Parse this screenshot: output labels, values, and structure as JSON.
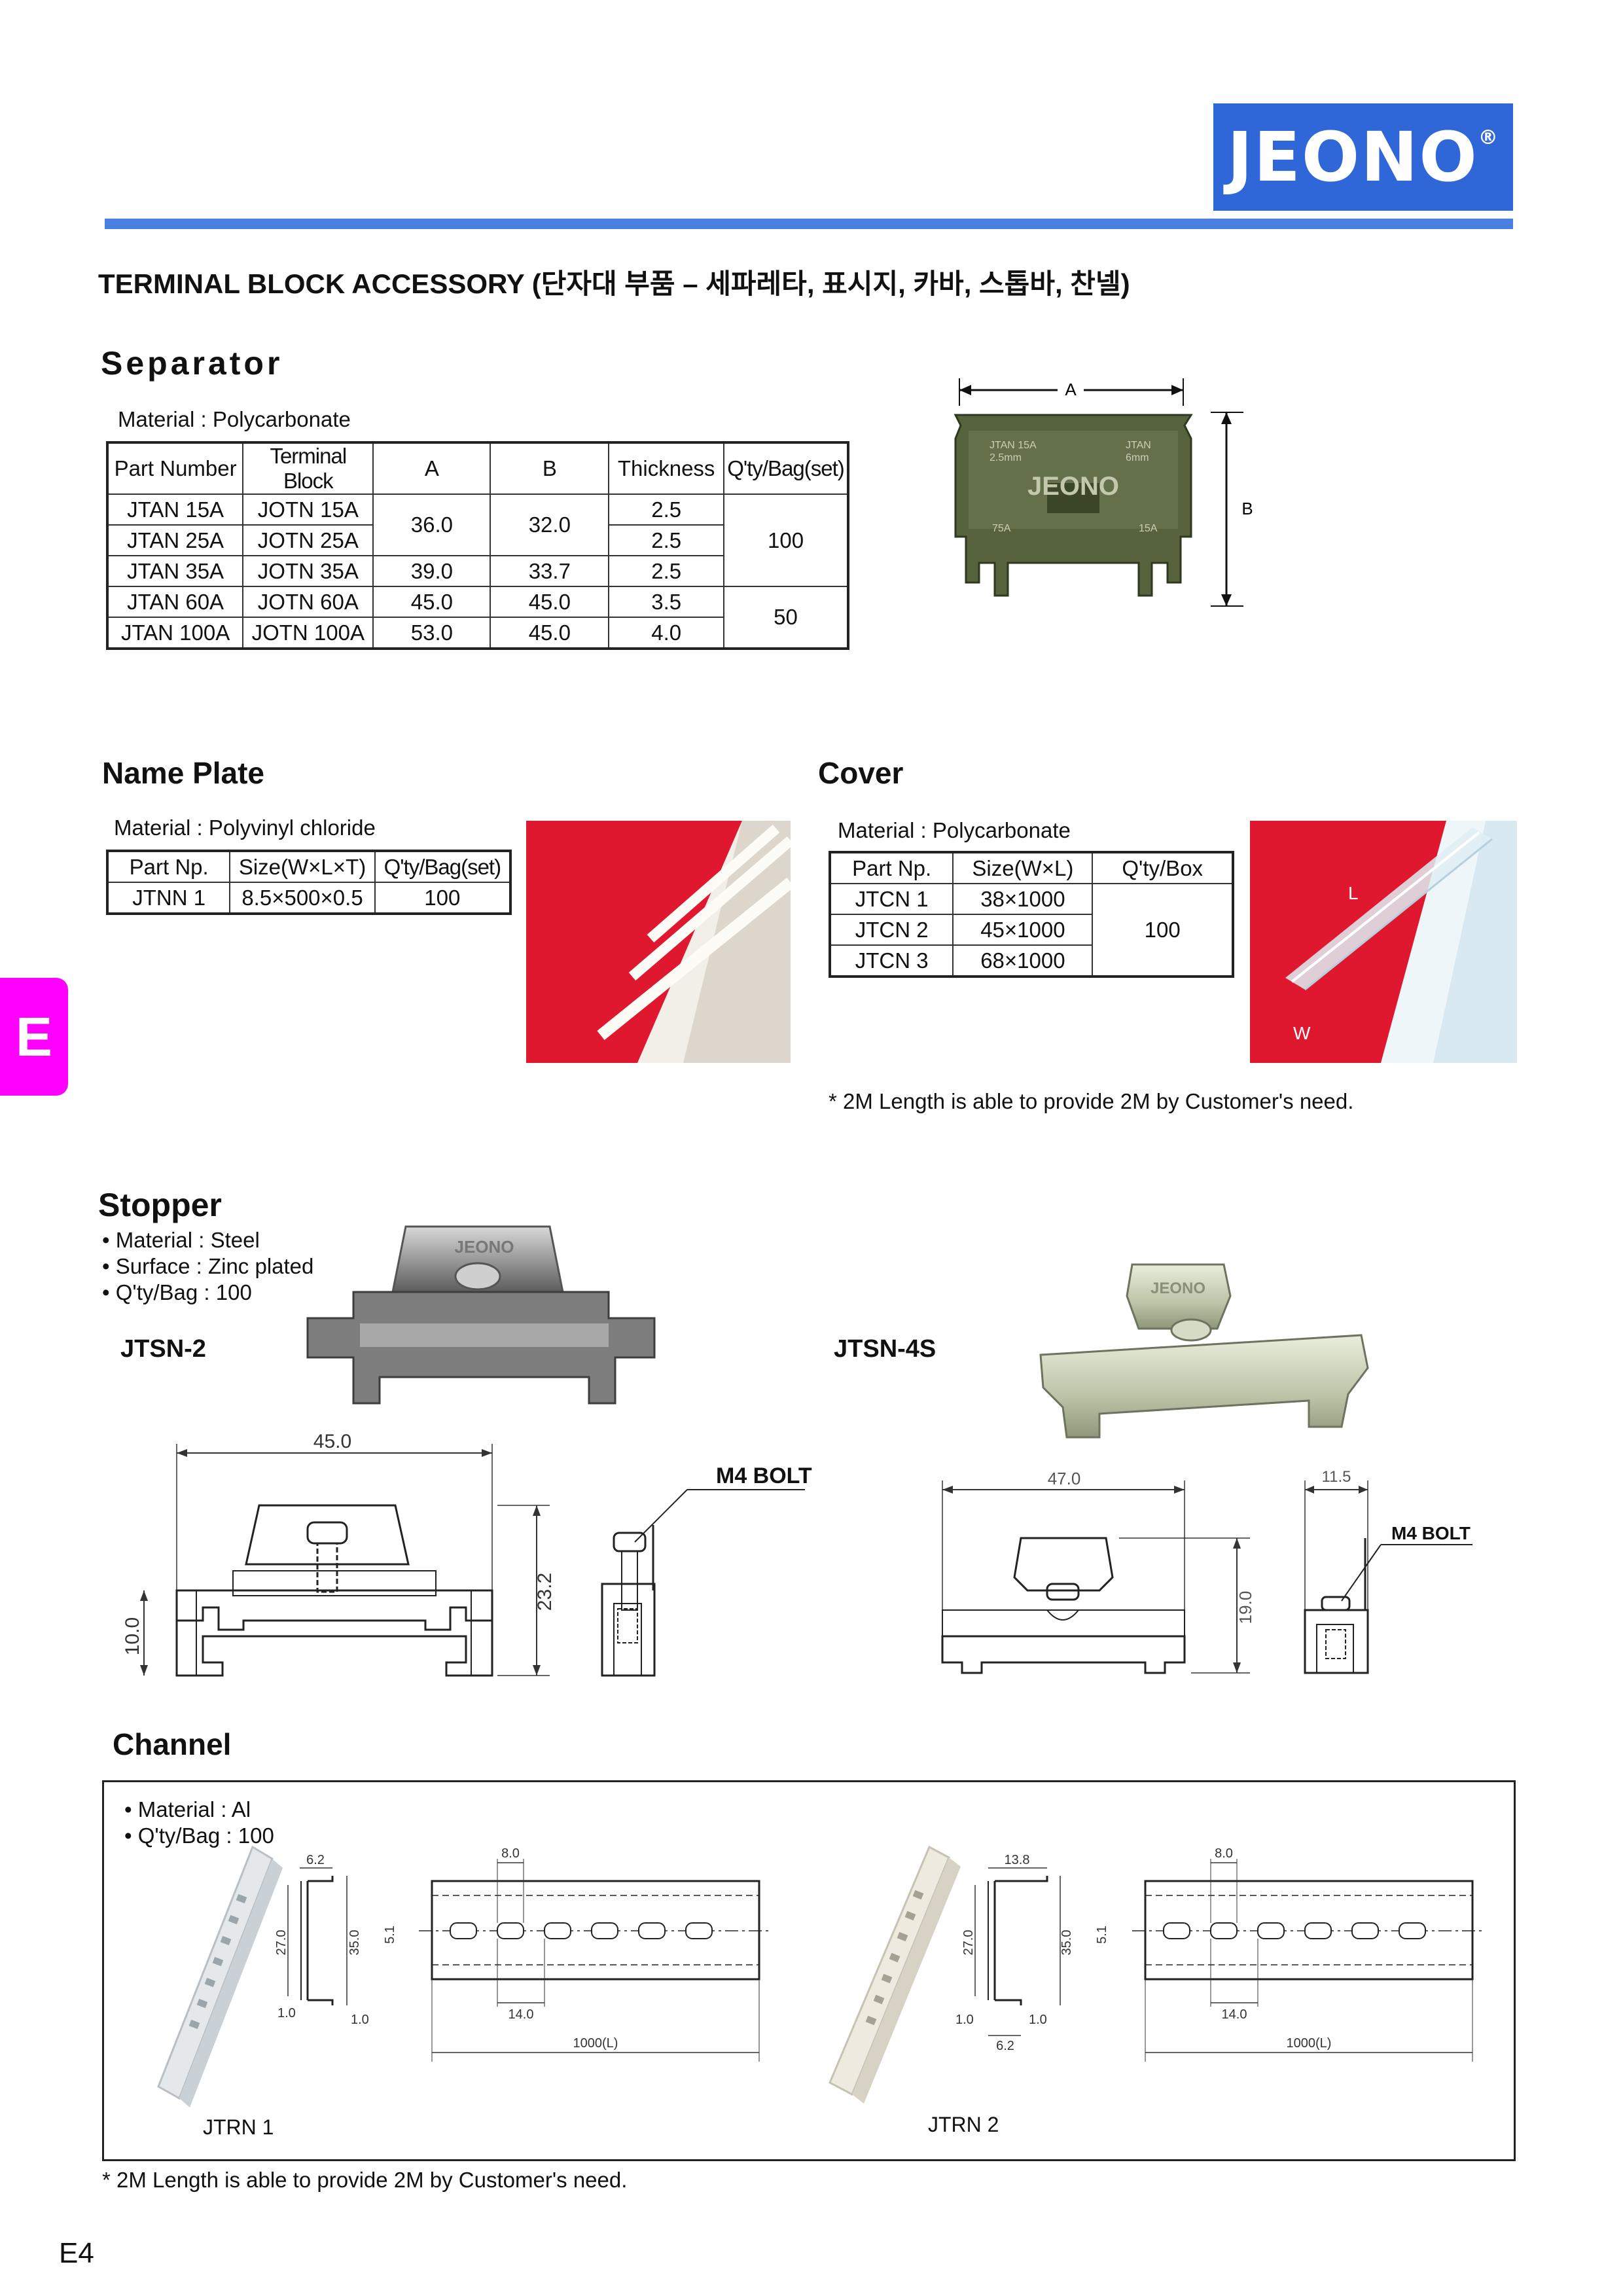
{
  "brand": {
    "name": "JEONO",
    "mark": "®"
  },
  "page_title": "TERMINAL BLOCK ACCESSORY (단자대 부품 – 세파레타, 표시지, 카바, 스톱바, 찬넬)",
  "side_tab": "E",
  "page_number": "E4",
  "separator": {
    "title": "Separator",
    "material": "Material : Polycarbonate",
    "headers": [
      "Part Number",
      "Terminal Block",
      "A",
      "B",
      "Thickness",
      "Q'ty/Bag(set)"
    ],
    "rows": [
      {
        "part": "JTAN 15A",
        "block": "JOTN 15A",
        "thickness": "2.5"
      },
      {
        "part": "JTAN 25A",
        "block": "JOTN 25A",
        "thickness": "2.5"
      },
      {
        "part": "JTAN 35A",
        "block": "JOTN 35A",
        "thickness": "2.5"
      },
      {
        "part": "JTAN 60A",
        "block": "JOTN 60A",
        "thickness": "3.5"
      },
      {
        "part": "JTAN 100A",
        "block": "JOTN 100A",
        "thickness": "4.0"
      }
    ],
    "a_values": [
      "36.0",
      "39.0",
      "45.0",
      "53.0"
    ],
    "b_values": [
      "32.0",
      "33.7",
      "45.0",
      "45.0"
    ],
    "qty_values": [
      "100",
      "50"
    ],
    "dim_a": "A",
    "dim_b": "B",
    "photo_text": {
      "brand": "JEONO",
      "left_tag": "JTAN 15A",
      "left_sub": "2.5mm",
      "right_tag": "JTAN",
      "right_sub": "6mm",
      "bottom_left": "75A",
      "bottom_right": "15A"
    }
  },
  "name_plate": {
    "title": "Name Plate",
    "material": "Material :  Polyvinyl chloride",
    "headers": [
      "Part Np.",
      "Size(W×L×T)",
      "Q'ty/Bag(set)"
    ],
    "rows": [
      [
        "JTNN 1",
        "8.5×500×0.5",
        "100"
      ]
    ]
  },
  "cover": {
    "title": "Cover",
    "material": "Material : Polycarbonate",
    "headers": [
      "Part Np.",
      "Size(W×L)",
      "Q'ty/Box"
    ],
    "rows": [
      [
        "JTCN 1",
        "38×1000"
      ],
      [
        "JTCN 2",
        "45×1000"
      ],
      [
        "JTCN 3",
        "68×1000"
      ]
    ],
    "qty": "100",
    "photo_labels": {
      "l": "L",
      "w": "W"
    },
    "note": "* 2M Length is able to provide 2M by Customer's need."
  },
  "stopper": {
    "title": "Stopper",
    "bullets": [
      "• Material : Steel",
      "• Surface : Zinc plated",
      "• Q'ty/Bag : 100"
    ],
    "models": [
      "JTSN-2",
      "JTSN-4S"
    ],
    "photo_brand": "JEONO",
    "jtsn2_dims": {
      "width": "45.0",
      "height": "23.2",
      "base": "10.0",
      "bolt": "M4 BOLT"
    },
    "jtsn4s_dims": {
      "width": "47.0",
      "height": "19.0",
      "side": "11.5",
      "bolt": "M4 BOLT"
    }
  },
  "channel": {
    "title": "Channel",
    "bullets": [
      "• Material : Al",
      "• Q'ty/Bag : 100"
    ],
    "jtrn1": {
      "name": "JTRN 1",
      "dims": {
        "top": "6.2",
        "inner": "27.0",
        "outer": "35.0",
        "lip_left": "1.0",
        "lip_right": "1.0",
        "slot_w": "8.0",
        "slot_h": "5.1",
        "pitch": "14.0",
        "length": "1000(L)"
      }
    },
    "jtrn2": {
      "name": "JTRN 2",
      "dims": {
        "top": "13.8",
        "inner": "27.0",
        "outer": "35.0",
        "lip_left": "1.0",
        "lip_right": "1.0",
        "bottom": "6.2",
        "slot_w": "8.0",
        "slot_h": "5.1",
        "pitch": "14.0",
        "length": "1000(L)"
      }
    },
    "note": "* 2M Length is able to provide 2M by Customer's need."
  },
  "colors": {
    "brand_blue": "#2f67d8",
    "rule_blue": "#4a7fe2",
    "tab_magenta": "#ff00ff",
    "photo_red": "#e0182f"
  }
}
